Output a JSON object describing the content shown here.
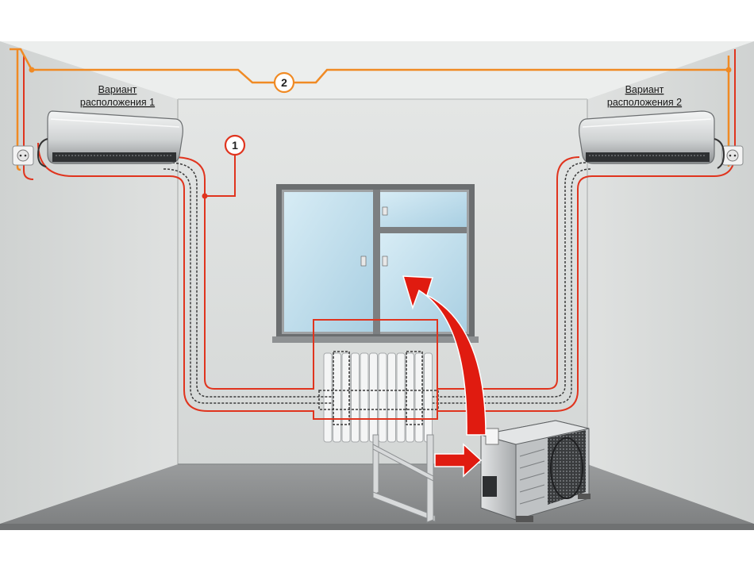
{
  "labels": {
    "variant_1": [
      "Вариант",
      "расположения 1"
    ],
    "variant_2": [
      "Вариант",
      "расположения 2"
    ]
  },
  "markers": {
    "marker_1": "1",
    "marker_2": "2"
  },
  "colors": {
    "route_1": "#e0341e",
    "route_2": "#f08a24",
    "arrow": "#e01b10",
    "wall": "#dcdfde",
    "floor": "#8f9192",
    "glass": "#bcdcec"
  }
}
